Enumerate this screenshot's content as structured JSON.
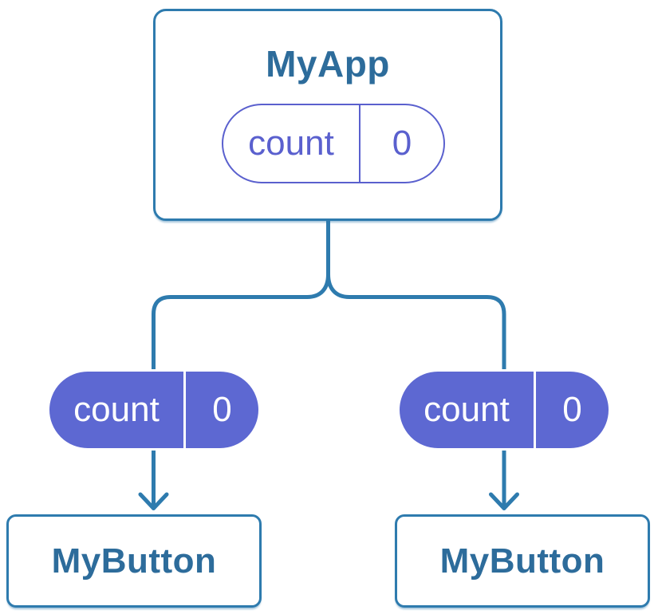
{
  "colors": {
    "background": "#FFFFFF",
    "blue_stroke": "#2E7BAE",
    "blue_text": "#2D6C9B",
    "purple_stroke": "#5A60CE",
    "purple_fill": "#5D68D2",
    "pill_text_light": "#FFFFFF"
  },
  "diagram": {
    "root": {
      "title": "MyApp",
      "state_pill": {
        "label": "count",
        "value": "0"
      }
    },
    "children": [
      {
        "title": "MyButton",
        "prop_pill": {
          "label": "count",
          "value": "0"
        }
      },
      {
        "title": "MyButton",
        "prop_pill": {
          "label": "count",
          "value": "0"
        }
      }
    ]
  }
}
